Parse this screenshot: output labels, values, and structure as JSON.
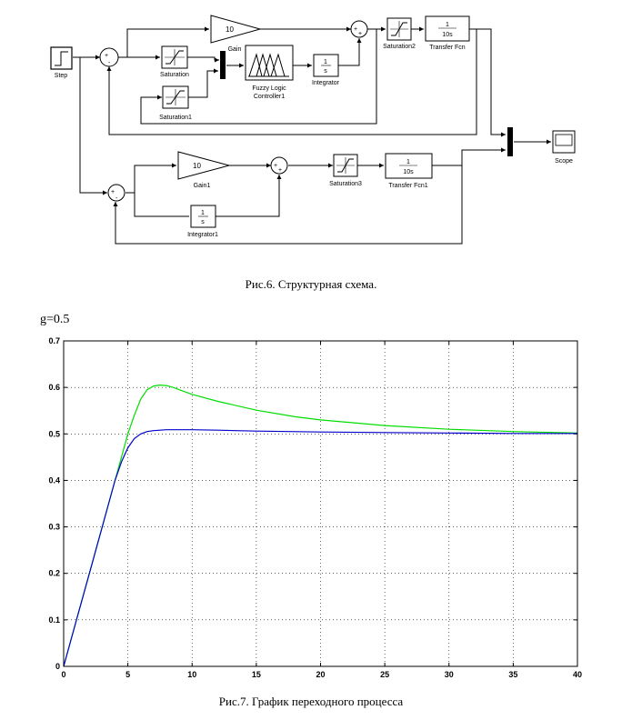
{
  "figure6": {
    "caption": "Рис.6. Структурная схема.",
    "blocks": {
      "step": "Step",
      "gain": "Gain",
      "gain_value": "10",
      "saturation": "Saturation",
      "saturation1": "Saturation1",
      "fuzzy_line1": "Fuzzy Logic",
      "fuzzy_line2": "Controller1",
      "integrator": "Integrator",
      "saturation2": "Saturation2",
      "transfer_fcn": "Transfer Fcn",
      "tf_num": "1",
      "tf_den": "10s",
      "int_num": "1",
      "int_den": "s",
      "scope": "Scope",
      "gain1": "Gain1",
      "gain1_value": "10",
      "saturation3": "Saturation3",
      "transfer_fcn1": "Transfer Fcn1",
      "tf1_num": "1",
      "tf1_den": "10s",
      "integrator1": "Integrator1",
      "int1_num": "1",
      "int1_den": "s"
    }
  },
  "figure7": {
    "label": "g=0.5",
    "caption": "Рис.7. График переходного процесса"
  },
  "chart_data": {
    "type": "line",
    "title": "",
    "xlabel": "",
    "ylabel": "",
    "xlim": [
      0,
      40
    ],
    "ylim": [
      0,
      0.7
    ],
    "xticks": [
      0,
      5,
      10,
      15,
      20,
      25,
      30,
      35,
      40
    ],
    "yticks": [
      0,
      0.1,
      0.2,
      0.3,
      0.4,
      0.5,
      0.6,
      0.7
    ],
    "grid": true,
    "series": [
      {
        "color": "#00dd00",
        "x": [
          0,
          1,
          2,
          3,
          4,
          5,
          5.5,
          6,
          6.5,
          7,
          7.5,
          8,
          8.5,
          9,
          10,
          12,
          15,
          18,
          20,
          25,
          30,
          35,
          40
        ],
        "y": [
          0,
          0.1,
          0.2,
          0.3,
          0.4,
          0.5,
          0.54,
          0.575,
          0.595,
          0.603,
          0.605,
          0.604,
          0.6,
          0.595,
          0.585,
          0.57,
          0.551,
          0.537,
          0.53,
          0.518,
          0.51,
          0.505,
          0.502
        ]
      },
      {
        "color": "#0000cc",
        "x": [
          0,
          1,
          2,
          3,
          4,
          4.5,
          5,
          5.5,
          6,
          6.5,
          7,
          8,
          10,
          12,
          15,
          20,
          25,
          30,
          35,
          40
        ],
        "y": [
          0,
          0.1,
          0.2,
          0.3,
          0.4,
          0.44,
          0.47,
          0.49,
          0.5,
          0.505,
          0.507,
          0.509,
          0.509,
          0.508,
          0.506,
          0.504,
          0.503,
          0.502,
          0.501,
          0.501
        ]
      }
    ]
  }
}
